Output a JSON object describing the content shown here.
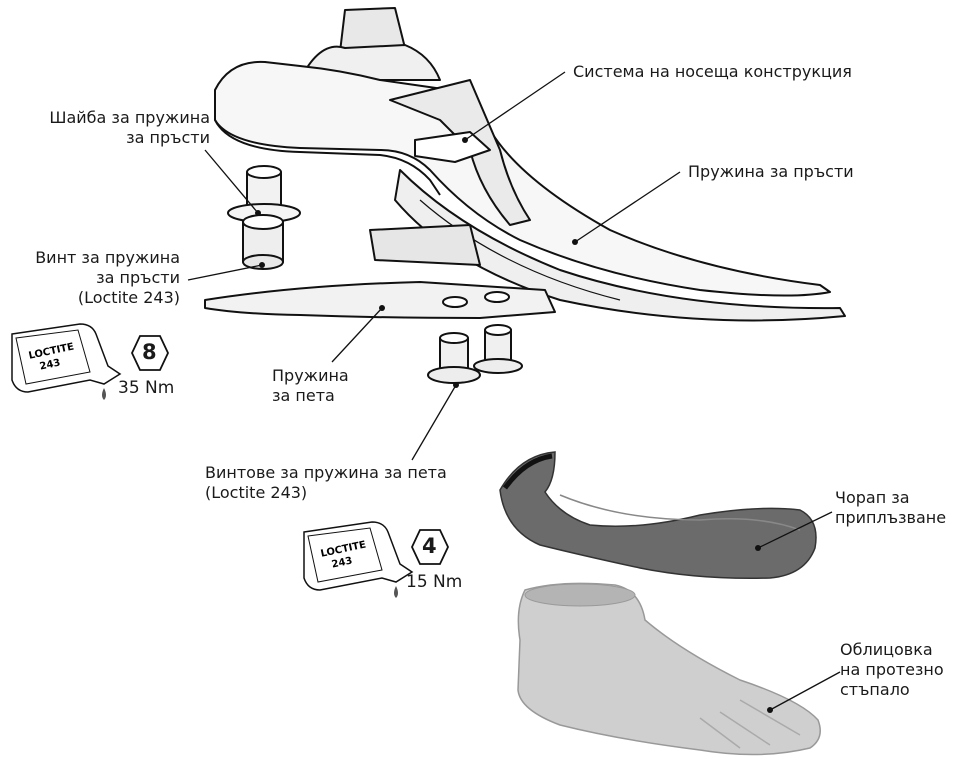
{
  "labels": {
    "support_structure": "Система на носеща конструкция",
    "toe_spring": "Пружина за пръсти",
    "toe_spring_washer": [
      "Шайба за пружина",
      "за пръсти"
    ],
    "toe_spring_screw": [
      "Винт за пружина",
      "за пръсти",
      "(Loctite 243)"
    ],
    "heel_spring": [
      "Пружина",
      "за пета"
    ],
    "heel_spring_screws": [
      "Винтове за пружина за пета",
      "(Loctite 243)"
    ],
    "sock": [
      "Чорап за",
      "приплъзване"
    ],
    "foot_shell": [
      "Облицовка",
      "на протезно",
      "стъпало"
    ]
  },
  "torque": [
    {
      "hex_size": "8",
      "value": "35 Nm",
      "adhesive": [
        "LOCTITE",
        "243"
      ]
    },
    {
      "hex_size": "4",
      "value": "15 Nm",
      "adhesive": [
        "LOCTITE",
        "243"
      ]
    }
  ]
}
